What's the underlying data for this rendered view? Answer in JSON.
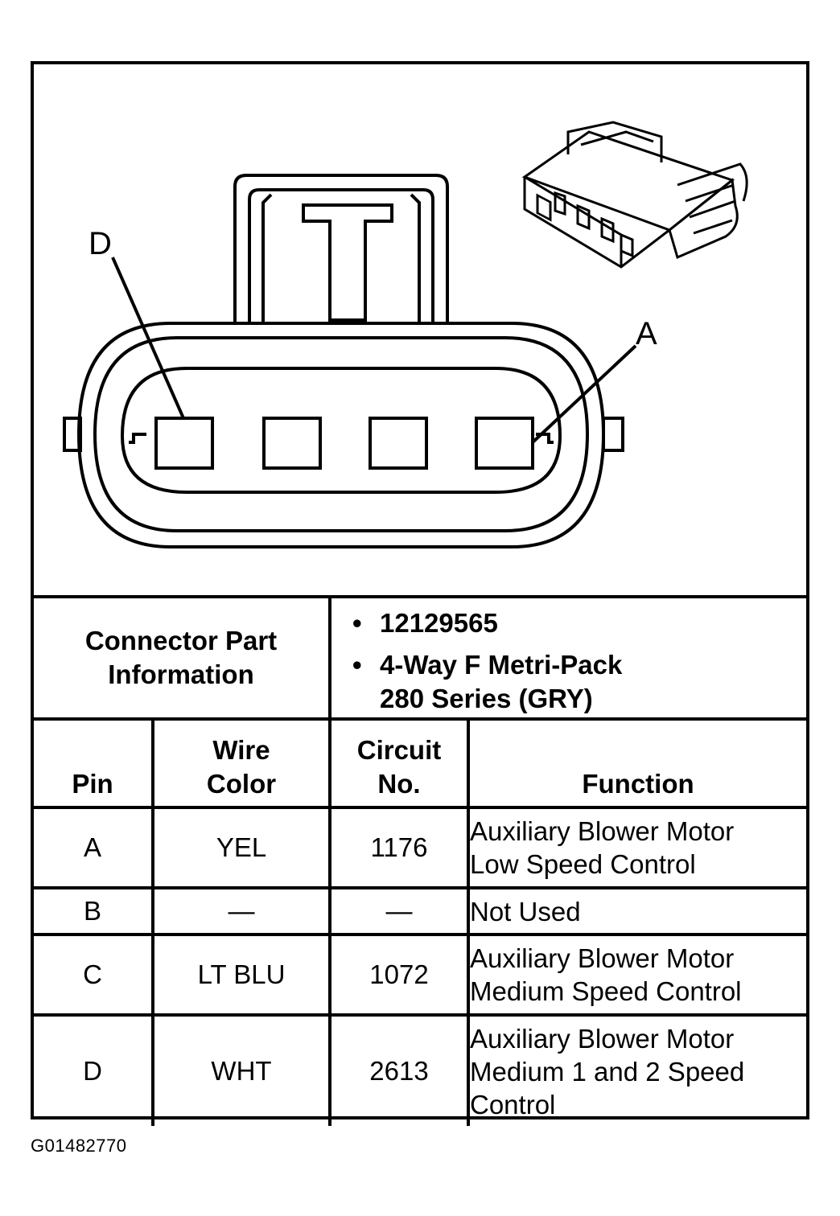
{
  "diagram": {
    "pin_labels": {
      "left": "D",
      "right": "A"
    }
  },
  "connector_info": {
    "label": "Connector Part Information",
    "bullet": "•",
    "items": [
      "12129565",
      "4-Way F Metri-Pack 280 Series (GRY)"
    ]
  },
  "table": {
    "headers": {
      "pin": "Pin",
      "wire_color": "Wire Color",
      "circuit": "Circuit No.",
      "function": "Function"
    },
    "rows": [
      {
        "pin": "A",
        "wire_color": "YEL",
        "circuit": "1176",
        "function": "Auxiliary Blower Motor Low Speed Control"
      },
      {
        "pin": "B",
        "wire_color": "—",
        "circuit": "—",
        "function": "Not Used"
      },
      {
        "pin": "C",
        "wire_color": "LT BLU",
        "circuit": "1072",
        "function": "Auxiliary Blower Motor Medium Speed Control"
      },
      {
        "pin": "D",
        "wire_color": "WHT",
        "circuit": "2613",
        "function": "Auxiliary Blower Motor Medium 1 and 2 Speed Control"
      }
    ]
  },
  "figure_id": "G01482770"
}
